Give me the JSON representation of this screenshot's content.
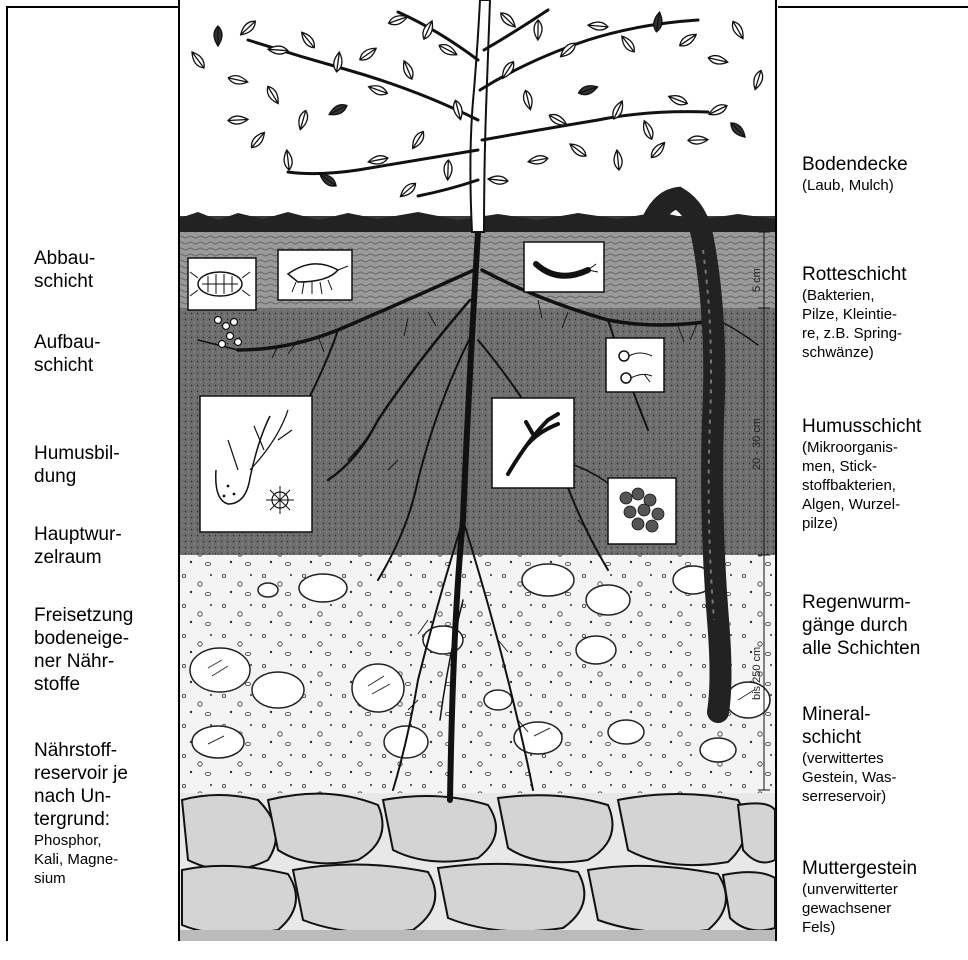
{
  "left_labels": [
    {
      "id": "abbau",
      "text": "Abbau-\nschicht"
    },
    {
      "id": "aufbau",
      "text": "Aufbau-\nschicht"
    },
    {
      "id": "humusbildung",
      "text": "Humusbil-\ndung"
    },
    {
      "id": "hauptwurzelraum",
      "text": "Hauptwur-\nzelraum"
    },
    {
      "id": "freisetzung",
      "text": "Freisetzung\nbodeneige-\nner Nähr-\nstoffe"
    },
    {
      "id": "reservoir",
      "text": "Nährstoff-\nreservoir je\nnach Un-\ntergrund:",
      "sub": "Phosphor,\nKali, Magne-\nsium"
    }
  ],
  "right_labels": [
    {
      "id": "bodendecke",
      "title": "Bodendecke",
      "sub": "(Laub, Mulch)"
    },
    {
      "id": "rotteschicht",
      "title": "Rotteschicht",
      "sub": "(Bakterien,\nPilze, Kleintie-\nre, z.B. Spring-\nschwänze)"
    },
    {
      "id": "humusschicht",
      "title": "Humusschicht",
      "sub": "(Mikroorganis-\nmen, Stick-\nstoffbakterien,\nAlgen, Wurzel-\npilze)"
    },
    {
      "id": "regenwurm",
      "title": "Regenwurm-\ngänge durch\nalle Schichten",
      "sub": ""
    },
    {
      "id": "mineral",
      "title": "Mineral-\nschicht",
      "sub": "(verwittertes\nGestein, Was-\nserreservoir)"
    },
    {
      "id": "muttergestein",
      "title": "Muttergestein",
      "sub": "(unverwitterter\ngewachsener\nFels)"
    }
  ],
  "scale": {
    "a": "5 cm",
    "b": "20 - 30 cm",
    "c": "bis 250 cm"
  },
  "colors": {
    "topsoil": "#8a8a8a",
    "humus": "#6e6e6e",
    "mineral": "#f4f4f4",
    "bedrock": "#9a9a9a",
    "ink": "#111111"
  }
}
